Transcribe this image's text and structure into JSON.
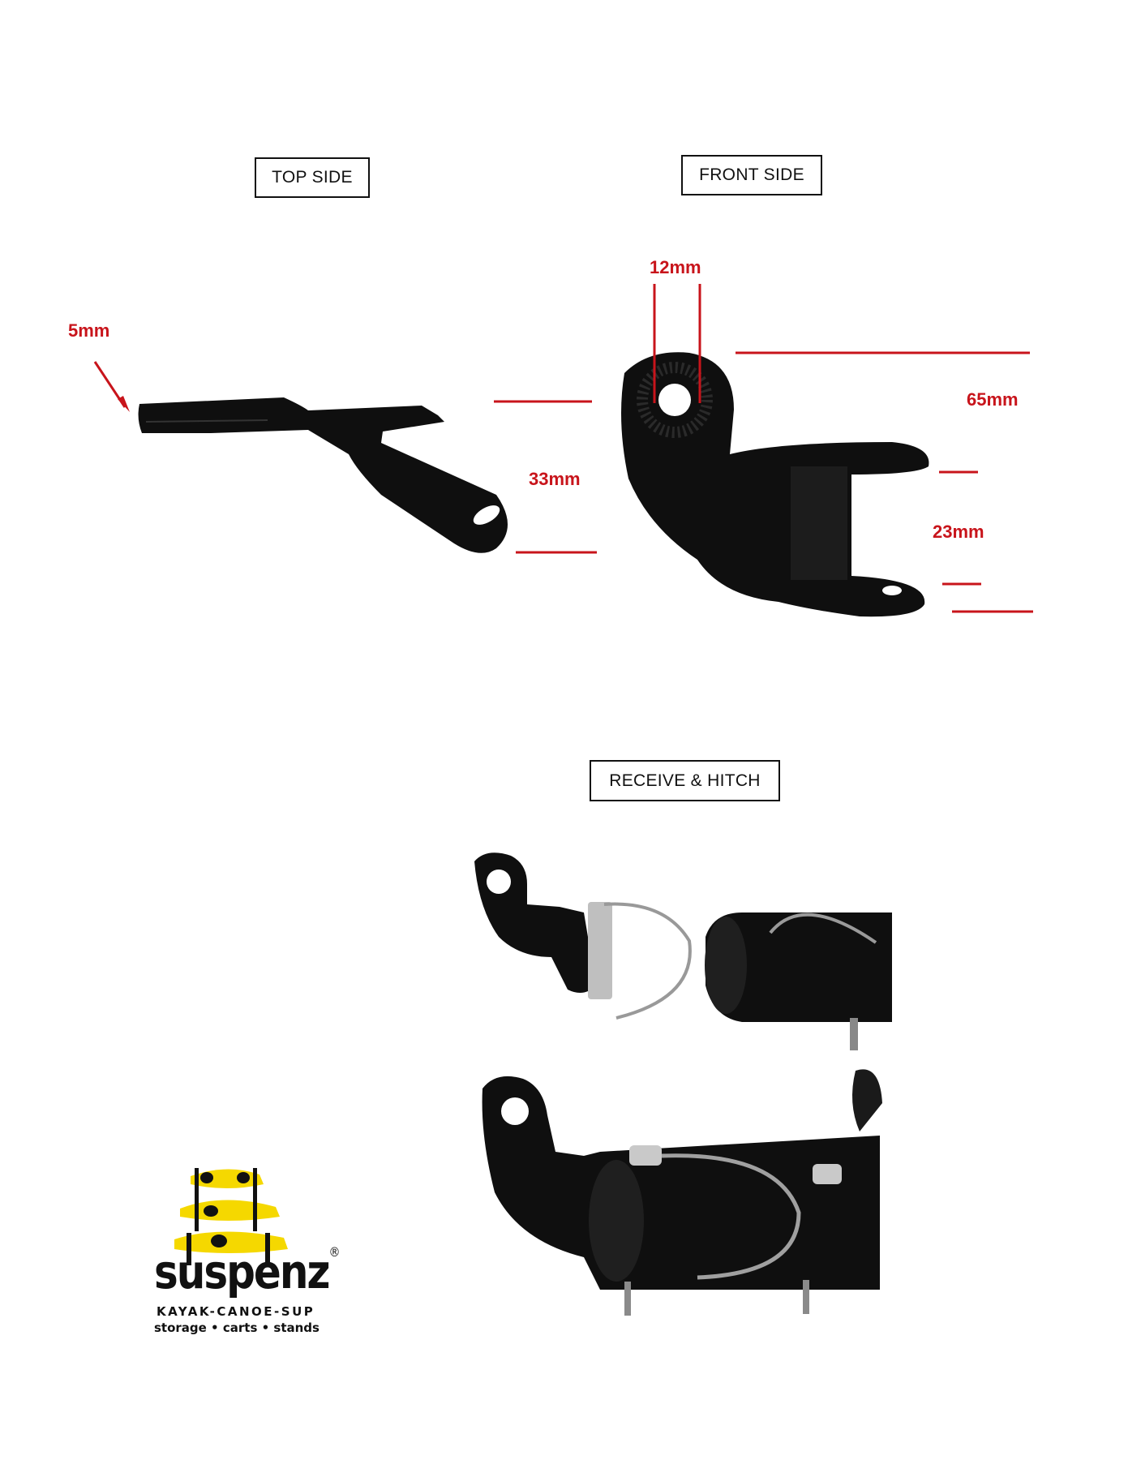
{
  "labels": {
    "top_side": "TOP SIDE",
    "front_side": "FRONT SIDE",
    "receive_hitch": "RECEIVE & HITCH"
  },
  "dimensions": {
    "thickness": "5mm",
    "top_height": "33mm",
    "hole_diameter": "12mm",
    "overall_height": "65mm",
    "fork_gap": "23mm"
  },
  "brand": {
    "name": "suspenz",
    "registered": "®",
    "tagline_1": "KAYAK-CANOE-SUP",
    "tagline_2": "storage • carts • stands"
  },
  "colors": {
    "dimension_red": "#c8141b",
    "bracket_black": "#111111",
    "logo_yellow": "#f5d800"
  }
}
